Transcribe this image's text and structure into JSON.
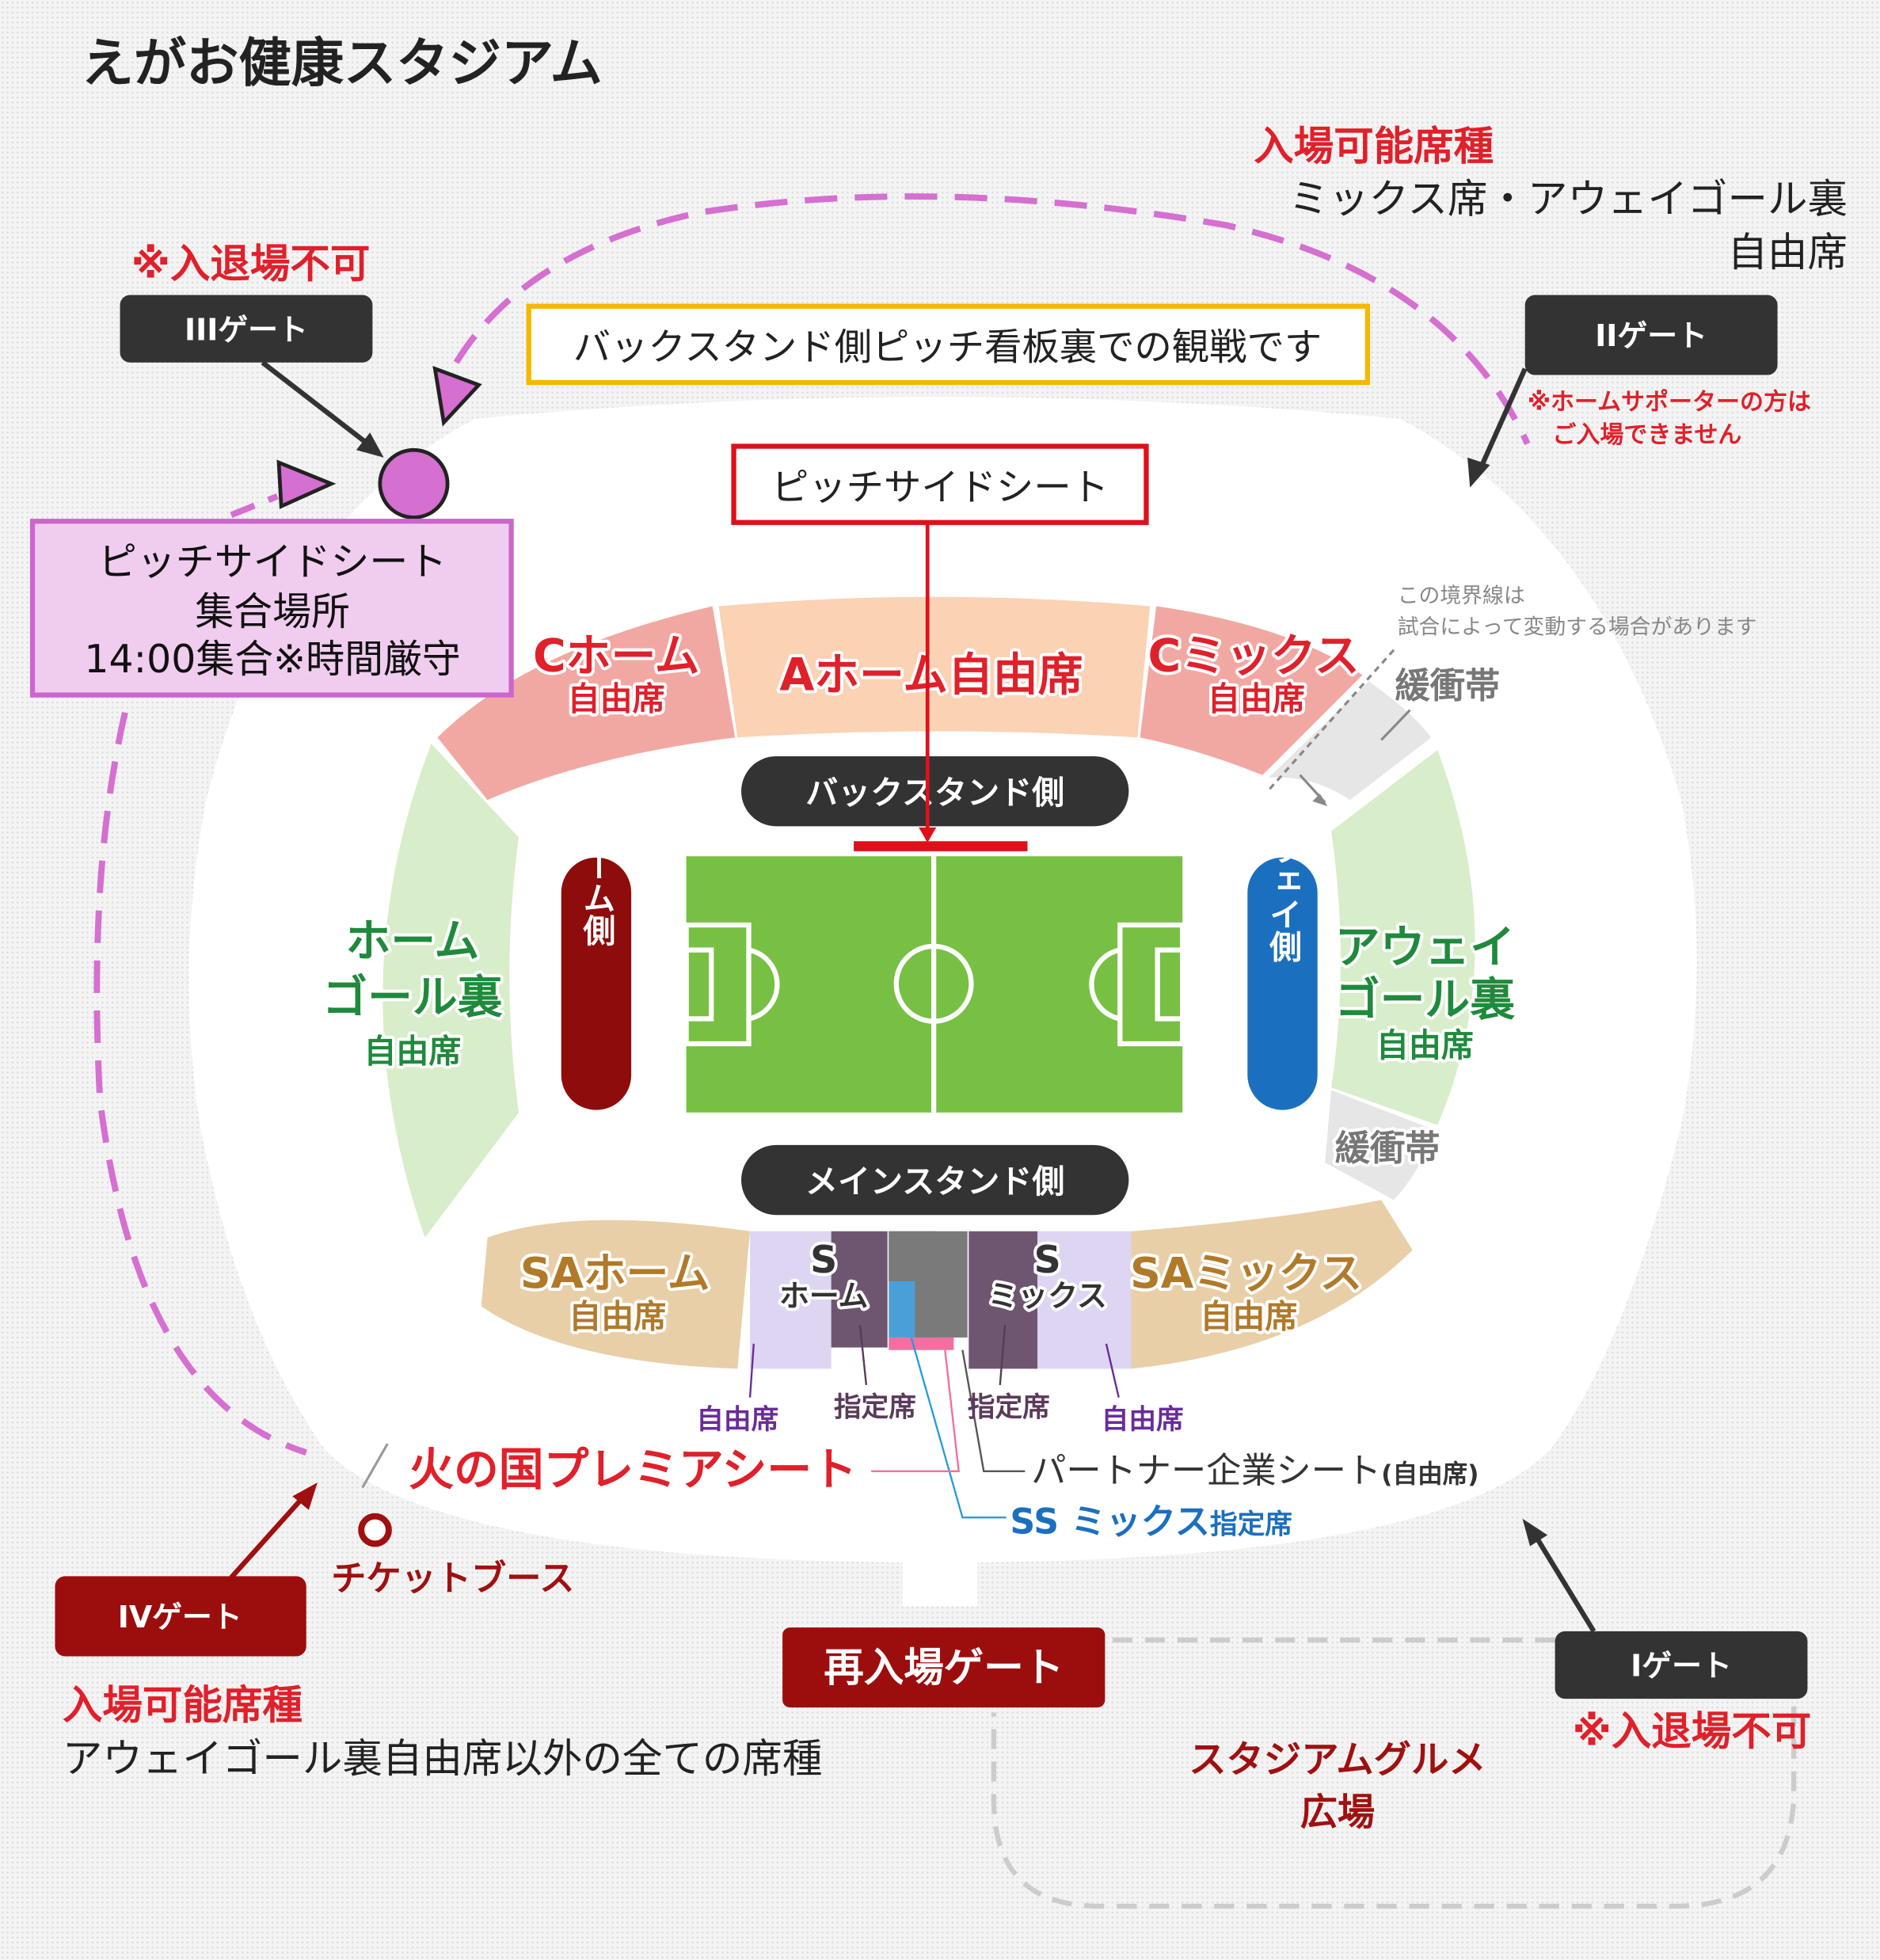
{
  "title": "えがお健康スタジアム",
  "top_right": {
    "heading": "入場可能席種",
    "line1": "ミックス席・アウェイゴール裏",
    "line2": "自由席"
  },
  "gate3": {
    "note": "※入退場不可",
    "label": "IIIゲート"
  },
  "gate2": {
    "label": "IIゲート",
    "note1": "※ホームサポーターの方は",
    "note2": "ご入場できません"
  },
  "gate4": {
    "label": "IVゲート",
    "heading": "入場可能席種",
    "desc": "アウェイゴール裏自由席以外の全ての席種"
  },
  "gate1": {
    "label": "Iゲート",
    "note": "※入退場不可"
  },
  "reentry_gate": "再入場ゲート",
  "yellow_note": "バックスタンド側ピッチ看板裏での観戦です",
  "pitchside_label": "ピッチサイドシート",
  "meeting": {
    "line1": "ピッチサイドシート",
    "line2": "集合場所",
    "line3": "14:00集合※時間厳守"
  },
  "boundary_note": {
    "line1": "この境界線は",
    "line2": "試合によって変動する場合があります"
  },
  "buffer_label": "緩衝帯",
  "stands": {
    "back": "バックスタンド側",
    "main": "メインスタンド側",
    "home": "ホーム側",
    "away": "アウェイ側"
  },
  "seats": {
    "c_home": {
      "name": "Cホーム",
      "sub": "自由席"
    },
    "a_home": "Aホーム自由席",
    "c_mix": {
      "name": "Cミックス",
      "sub": "自由席"
    },
    "home_goal": {
      "l1": "ホーム",
      "l2": "ゴール裏",
      "sub": "自由席"
    },
    "away_goal": {
      "l1": "アウェイ",
      "l2": "ゴール裏",
      "sub": "自由席"
    },
    "sa_home": {
      "name": "SAホーム",
      "sub": "自由席"
    },
    "sa_mix": {
      "name": "SAミックス",
      "sub": "自由席"
    },
    "s_home": {
      "l1": "S",
      "l2": "ホーム"
    },
    "s_mix": {
      "l1": "S",
      "l2": "ミックス"
    },
    "free1": "自由席",
    "reserved1": "指定席",
    "reserved2": "指定席",
    "free2": "自由席"
  },
  "premier": "火の国プレミアシート",
  "partner": {
    "name": "パートナー企業シート",
    "sub": "(自由席)"
  },
  "ss_mix": {
    "name": "SS ミックス",
    "sub": "指定席"
  },
  "ticket_booth": "チケットブース",
  "gourmet": {
    "l1": "スタジアムグルメ",
    "l2": "広場"
  },
  "colors": {
    "red": "#e0202a",
    "pink": "#d56fd0",
    "pitch": "#77c043",
    "home": "#8e0c0c",
    "away": "#1b6fbf"
  }
}
